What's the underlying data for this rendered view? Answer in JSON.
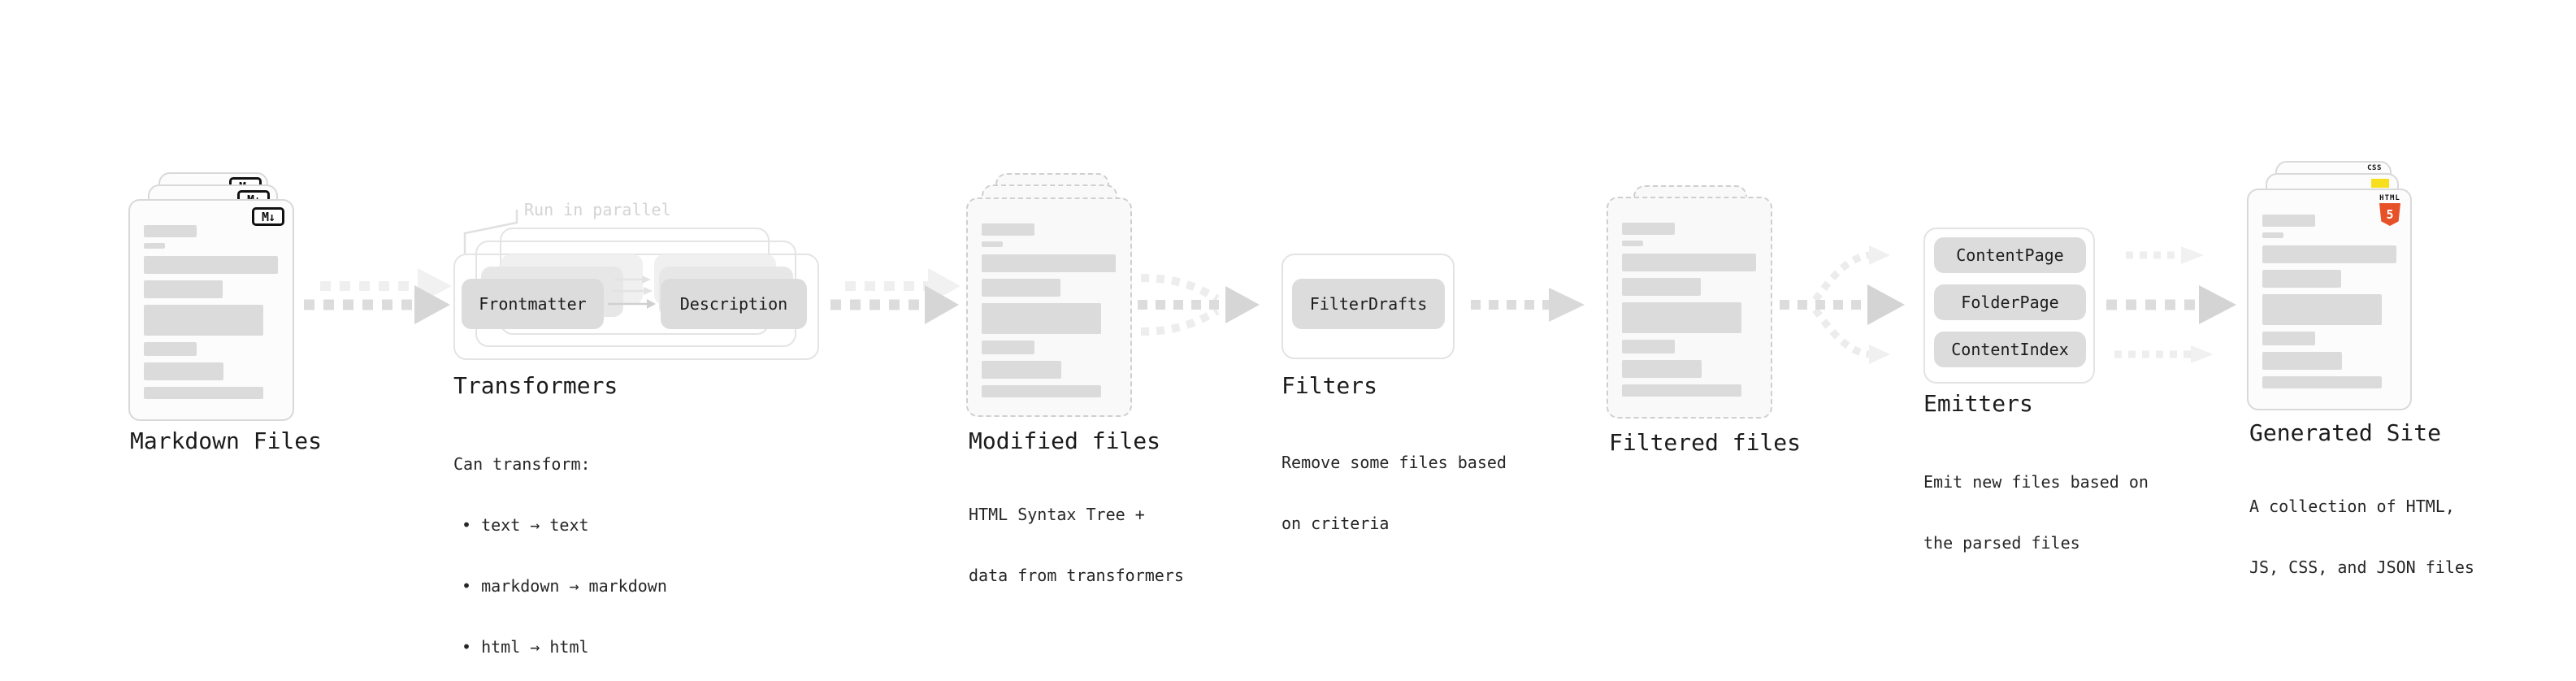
{
  "stages": {
    "markdown_files": {
      "label": "Markdown Files",
      "icon_text": "M↓"
    },
    "transformers": {
      "title": "Transformers",
      "callout": "Run in parallel",
      "boxes": [
        "Frontmatter",
        "Description"
      ],
      "notes": [
        "Can transform:",
        "• text → text",
        "• markdown → markdown",
        "• html → html"
      ]
    },
    "modified_files": {
      "label": "Modified files",
      "notes": [
        "HTML Syntax Tree +",
        "data from transformers"
      ]
    },
    "filters": {
      "title": "Filters",
      "boxes": [
        "FilterDrafts"
      ],
      "notes": [
        "Remove some files based",
        "on criteria"
      ]
    },
    "filtered_files": {
      "label": "Filtered files"
    },
    "emitters": {
      "title": "Emitters",
      "boxes": [
        "ContentPage",
        "FolderPage",
        "ContentIndex"
      ],
      "notes": [
        "Emit new files based on",
        "the parsed files"
      ]
    },
    "generated_site": {
      "label": "Generated Site",
      "notes": [
        "A collection of HTML,",
        "JS, CSS, and JSON files"
      ],
      "badges": {
        "css": "CSS",
        "html_word": "HTML",
        "html_number": "5"
      }
    }
  },
  "colors": {
    "background": "#ffffff",
    "text": "#1b1b1b",
    "outline_gray": "#e4e4e4",
    "doc_border": "#d9d9d9",
    "dashed_border": "#cfcfcf",
    "box_fill": "#dcdcdc",
    "bar_fill": "#dbdbdb",
    "arrow_dark": "#dcdcdc",
    "arrow_head_dark": "#d6d6d6",
    "arrow_light": "#efefef",
    "callout_text": "#d3d3d3",
    "html5_orange": "#e65127",
    "js_yellow": "#f7df1e",
    "css_blue": "#2d53e5"
  }
}
